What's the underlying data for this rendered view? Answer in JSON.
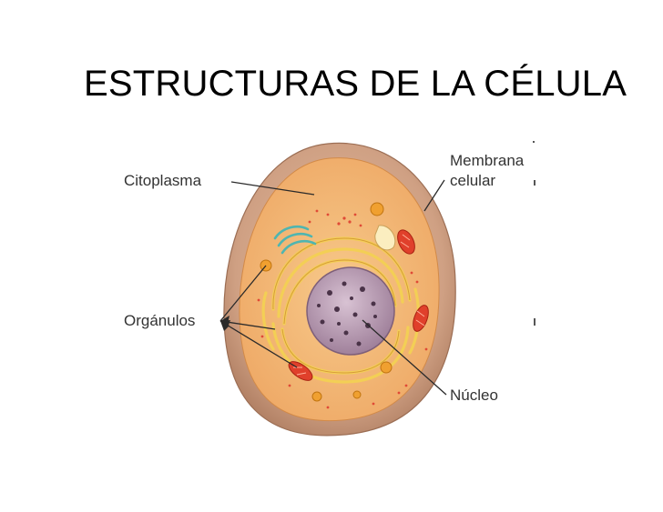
{
  "slide": {
    "title": "ESTRUCTURAS DE LA CÉLULA"
  },
  "diagram": {
    "labels": {
      "cytoplasm": "Citoplasma",
      "membrane_line1": "Membrana",
      "membrane_line2": "celular",
      "organelles": "Orgánulos",
      "nucleus": "Núcleo"
    },
    "colors": {
      "outer_membrane": "#c99a7c",
      "cytoplasm": "#f2b56e",
      "golgi": "#f5d36a",
      "nucleus": "#b89cb3",
      "mitochondria": "#e0402b",
      "golgi_apparatus": "#4fb5b0",
      "leader_lines": "#2a2a2a"
    }
  }
}
